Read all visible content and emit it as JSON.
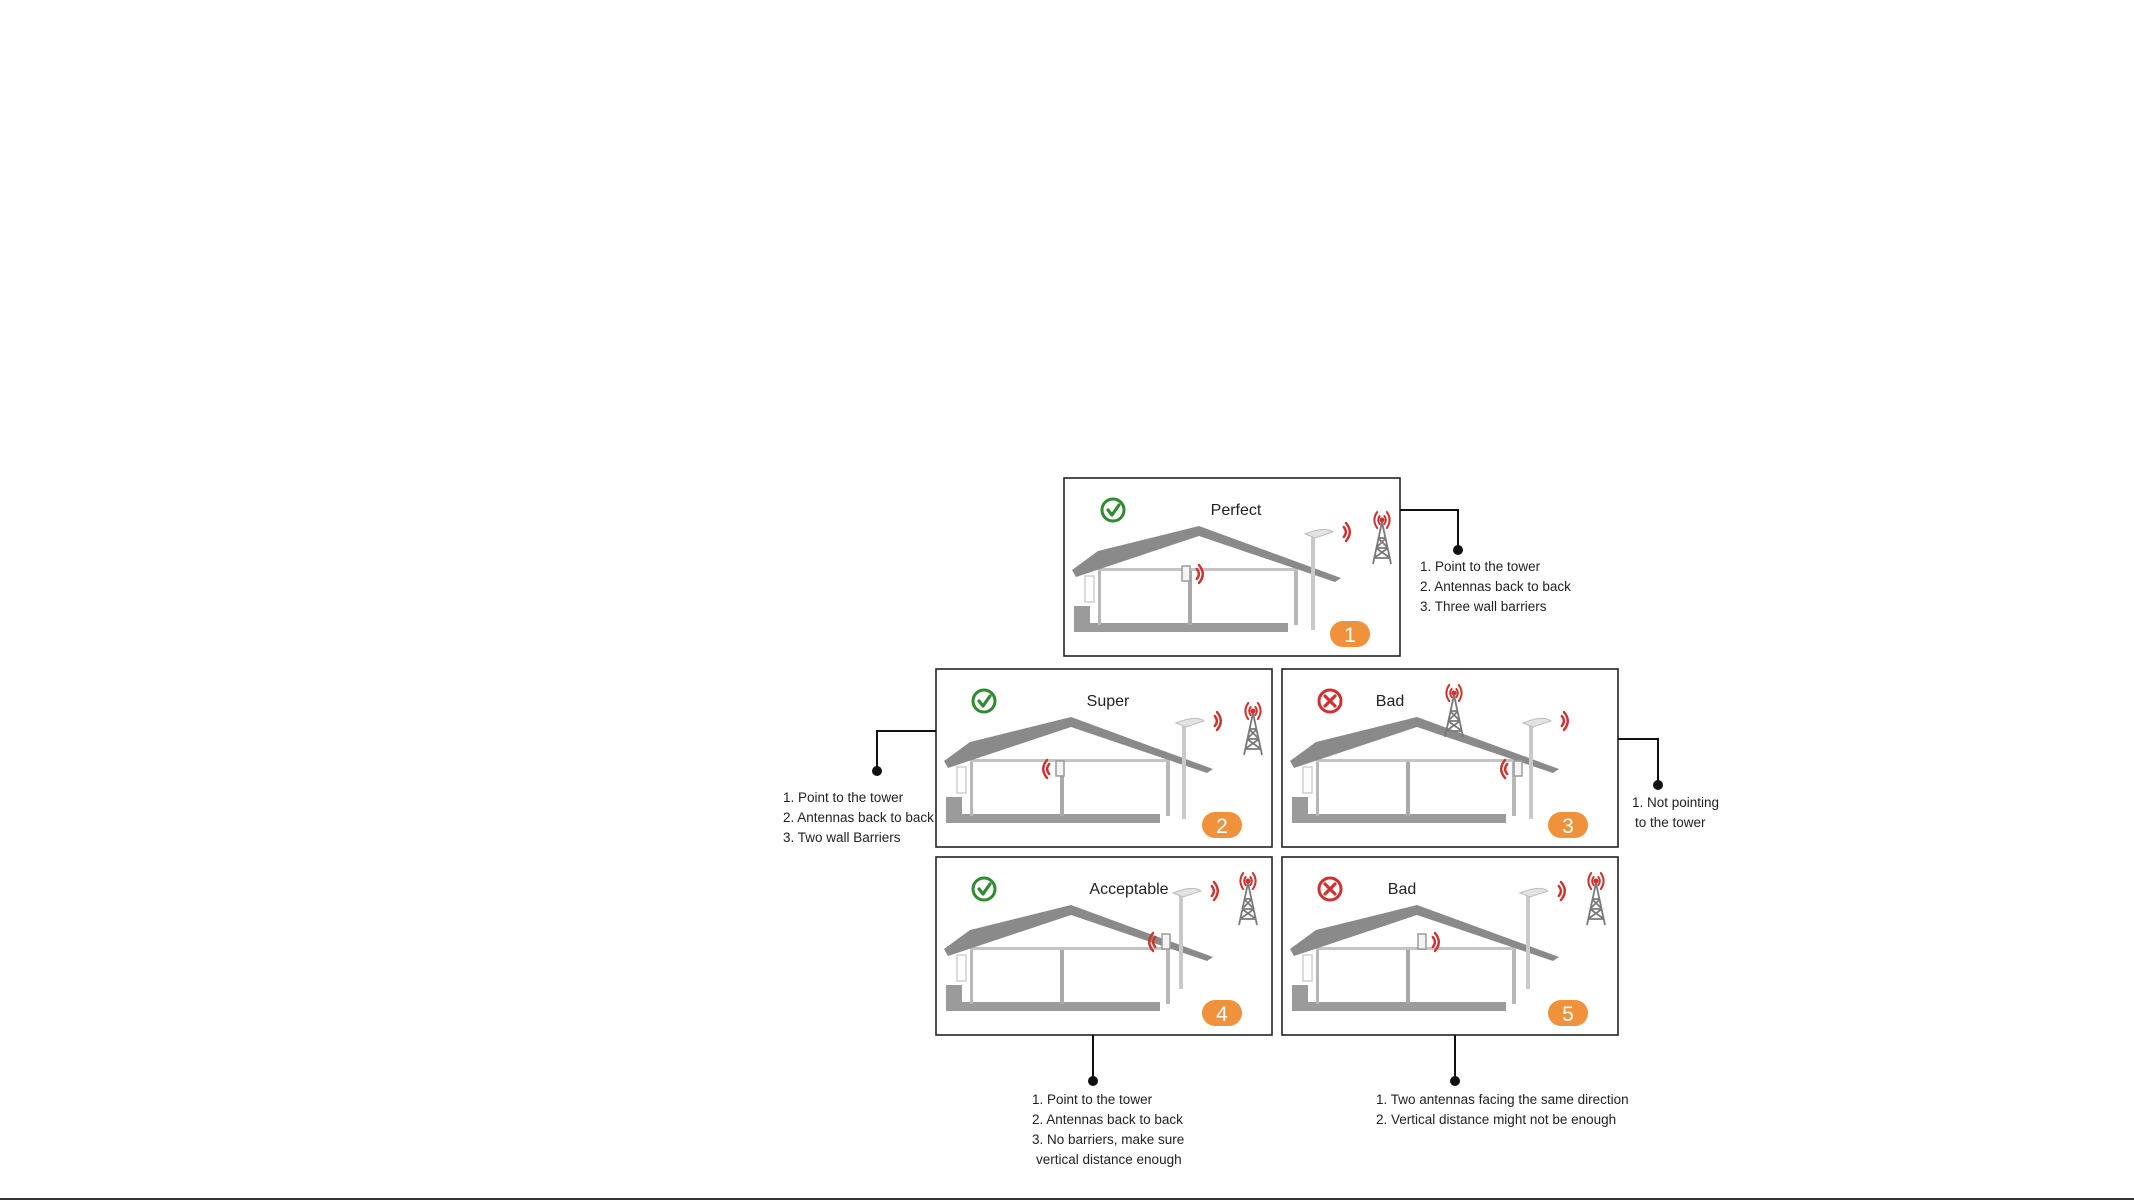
{
  "colors": {
    "roof": "#8a8a8a",
    "wall": "#9b9b9b",
    "frame": "#222222",
    "badge": "#f0923b",
    "ok": "#2e8b2e",
    "bad": "#d32f2f",
    "signal": "#d0312d",
    "tower": "#7a7a7a"
  },
  "icons": {
    "ok": "check-circle-icon",
    "bad": "x-circle-icon",
    "tower": "cell-tower-icon",
    "antenna": "antenna-icon"
  },
  "scenarios": [
    {
      "id": 1,
      "title": "Perfect",
      "status": "ok",
      "badge": "1",
      "notes": [
        "1. Point to the tower",
        "2. Antennas back to back",
        "3. Three wall barriers"
      ]
    },
    {
      "id": 2,
      "title": "Super",
      "status": "ok",
      "badge": "2",
      "notes": [
        "1. Point to the tower",
        "2. Antennas back to back",
        "3. Two wall Barriers"
      ]
    },
    {
      "id": 3,
      "title": "Bad",
      "status": "bad",
      "badge": "3",
      "notes": [
        "1. Not pointing",
        "to the tower"
      ]
    },
    {
      "id": 4,
      "title": "Acceptable",
      "status": "ok",
      "badge": "4",
      "notes": [
        "1. Point to the tower",
        "2. Antennas back to back",
        "3. No barriers, make sure",
        "vertical distance enough"
      ]
    },
    {
      "id": 5,
      "title": "Bad",
      "status": "bad",
      "badge": "5",
      "notes": [
        "1. Two antennas facing the same direction",
        "2. Vertical distance might not be enough"
      ]
    }
  ]
}
